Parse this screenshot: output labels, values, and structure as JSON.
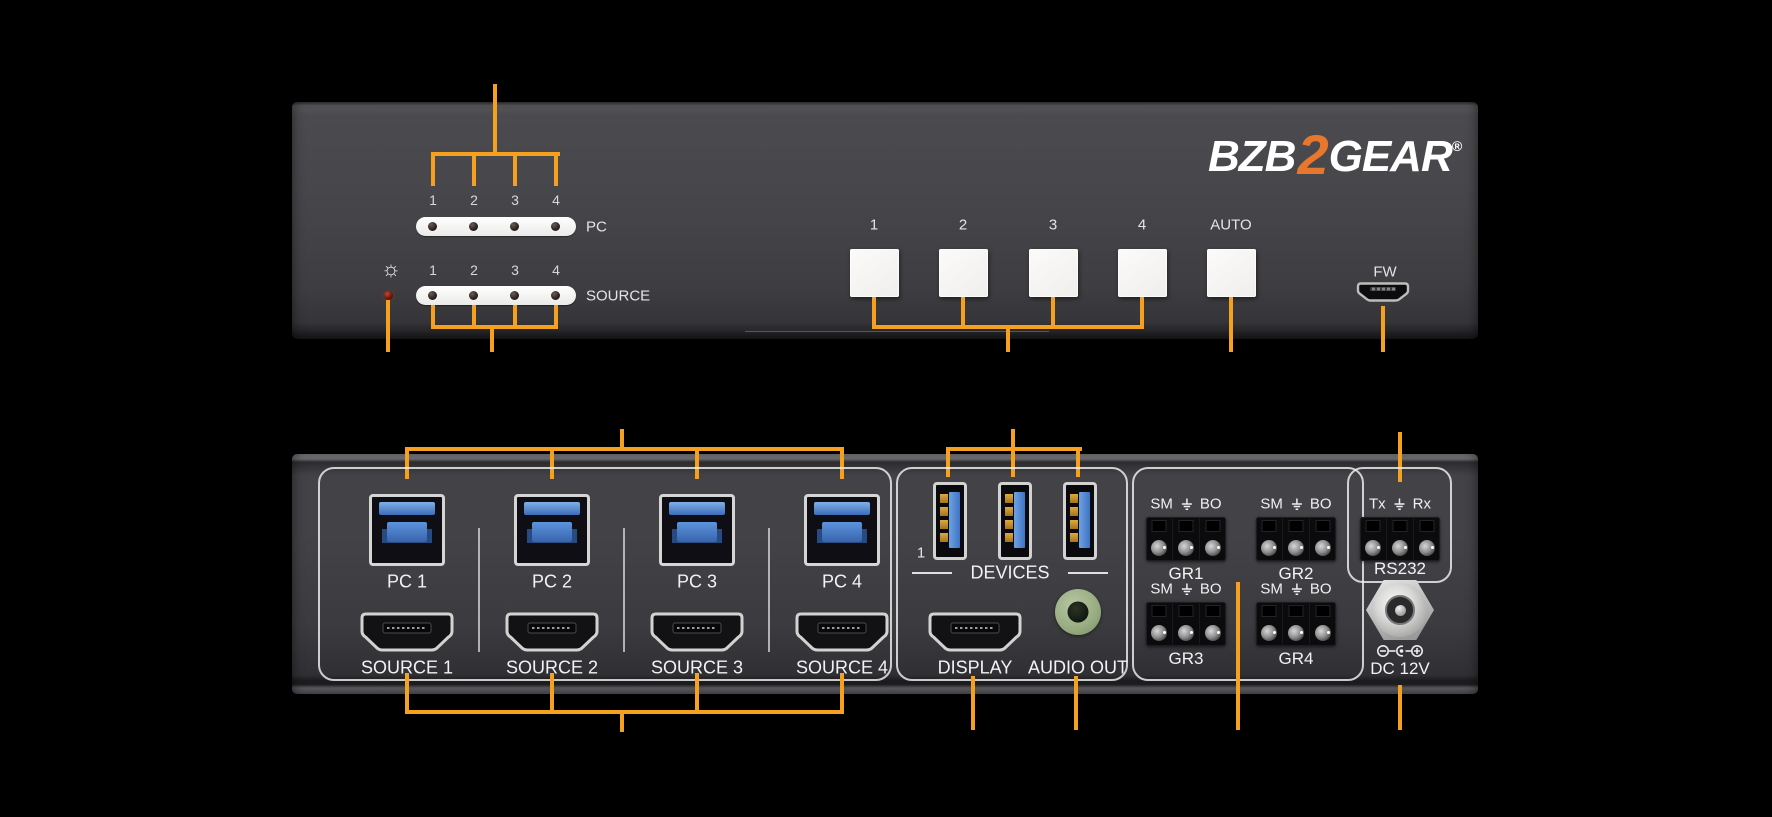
{
  "colors": {
    "accent_orange": "#F5A01E",
    "logo_orange": "#E8772E",
    "usb_blue": "#4A86D8",
    "audio_green": "#A2B58C",
    "contact_gold": "#C8922A",
    "power_led_red": "#7A1D15",
    "panel_gray": "#3E3E42"
  },
  "front_panel": {
    "logo": {
      "bzb": "BZB",
      "two": "2",
      "gear": "GEAR",
      "reg": "®"
    },
    "brightness_icon": "☼",
    "pc_led_group": {
      "numbers": [
        "1",
        "2",
        "3",
        "4"
      ],
      "label": "PC"
    },
    "source_led_group": {
      "numbers": [
        "1",
        "2",
        "3",
        "4"
      ],
      "label": "SOURCE"
    },
    "buttons": {
      "labels": [
        "1",
        "2",
        "3",
        "4",
        "AUTO"
      ]
    },
    "firmware": {
      "label": "FW"
    }
  },
  "back_panel": {
    "kvm_columns": [
      {
        "pc": "PC 1",
        "source": "SOURCE 1"
      },
      {
        "pc": "PC 2",
        "source": "SOURCE 2"
      },
      {
        "pc": "PC 3",
        "source": "SOURCE 3"
      },
      {
        "pc": "PC 4",
        "source": "SOURCE 4"
      }
    ],
    "devices": {
      "port_number": "1",
      "label": "DEVICES"
    },
    "display": {
      "label": "DISPLAY"
    },
    "audio": {
      "label": "AUDIO OUT"
    },
    "relay_groups": [
      {
        "left": "SM",
        "right": "BO",
        "label": "GR1"
      },
      {
        "left": "SM",
        "right": "BO",
        "label": "GR2"
      },
      {
        "left": "SM",
        "right": "BO",
        "label": "GR3"
      },
      {
        "left": "SM",
        "right": "BO",
        "label": "GR4"
      }
    ],
    "rs232": {
      "left": "Tx",
      "right": "Rx",
      "label": "RS232"
    },
    "power": {
      "label": "DC 12V"
    }
  }
}
